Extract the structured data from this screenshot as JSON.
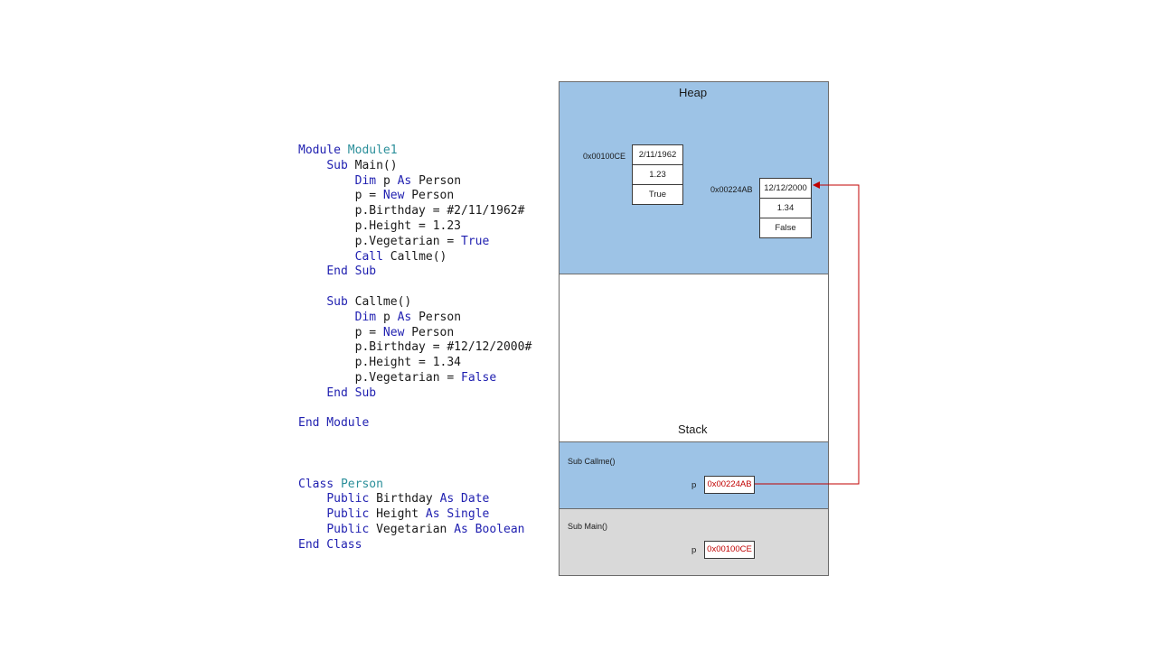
{
  "code": {
    "lines": [
      [
        {
          "t": "Module ",
          "k": "kw"
        },
        {
          "t": "Module1",
          "k": "type"
        }
      ],
      [
        {
          "t": "    "
        },
        {
          "t": "Sub ",
          "k": "kw"
        },
        {
          "t": "Main()"
        }
      ],
      [
        {
          "t": "        "
        },
        {
          "t": "Dim ",
          "k": "kw"
        },
        {
          "t": "p "
        },
        {
          "t": "As ",
          "k": "kw"
        },
        {
          "t": "Person"
        }
      ],
      [
        {
          "t": "        p = "
        },
        {
          "t": "New ",
          "k": "kw"
        },
        {
          "t": "Person"
        }
      ],
      [
        {
          "t": "        p.Birthday = #2/11/1962#"
        }
      ],
      [
        {
          "t": "        p.Height = 1.23"
        }
      ],
      [
        {
          "t": "        p.Vegetarian = "
        },
        {
          "t": "True",
          "k": "kw"
        }
      ],
      [
        {
          "t": "        "
        },
        {
          "t": "Call ",
          "k": "kw"
        },
        {
          "t": "Callme()"
        }
      ],
      [
        {
          "t": "    "
        },
        {
          "t": "End Sub",
          "k": "kw"
        }
      ],
      [],
      [
        {
          "t": "    "
        },
        {
          "t": "Sub ",
          "k": "kw"
        },
        {
          "t": "Callme()"
        }
      ],
      [
        {
          "t": "        "
        },
        {
          "t": "Dim ",
          "k": "kw"
        },
        {
          "t": "p "
        },
        {
          "t": "As ",
          "k": "kw"
        },
        {
          "t": "Person"
        }
      ],
      [
        {
          "t": "        p = "
        },
        {
          "t": "New ",
          "k": "kw"
        },
        {
          "t": "Person"
        }
      ],
      [
        {
          "t": "        p.Birthday = #12/12/2000#"
        }
      ],
      [
        {
          "t": "        p.Height = 1.34"
        }
      ],
      [
        {
          "t": "        p.Vegetarian = "
        },
        {
          "t": "False",
          "k": "kw"
        }
      ],
      [
        {
          "t": "    "
        },
        {
          "t": "End Sub",
          "k": "kw"
        }
      ],
      [],
      [
        {
          "t": "End Module",
          "k": "kw"
        }
      ],
      [],
      [],
      [],
      [
        {
          "t": "Class ",
          "k": "kw"
        },
        {
          "t": "Person",
          "k": "type"
        }
      ],
      [
        {
          "t": "    "
        },
        {
          "t": "Public ",
          "k": "kw"
        },
        {
          "t": "Birthday "
        },
        {
          "t": "As Date",
          "k": "kw"
        }
      ],
      [
        {
          "t": "    "
        },
        {
          "t": "Public ",
          "k": "kw"
        },
        {
          "t": "Height "
        },
        {
          "t": "As Single",
          "k": "kw"
        }
      ],
      [
        {
          "t": "    "
        },
        {
          "t": "Public ",
          "k": "kw"
        },
        {
          "t": "Vegetarian "
        },
        {
          "t": "As Boolean",
          "k": "kw"
        }
      ],
      [
        {
          "t": "End Class",
          "k": "kw"
        }
      ]
    ]
  },
  "diagram": {
    "heap_title": "Heap",
    "stack_title": "Stack",
    "objects": [
      {
        "address": "0x00100CE",
        "fields": [
          "2/11/1962",
          "1.23",
          "True"
        ]
      },
      {
        "address": "0x00224AB",
        "fields": [
          "12/12/2000",
          "1.34",
          "False"
        ]
      }
    ],
    "frames": [
      {
        "label": "Sub Callme()",
        "var": "p",
        "ref": "0x00224AB"
      },
      {
        "label": "Sub Main()",
        "var": "p",
        "ref": "0x00100CE"
      }
    ]
  },
  "colors": {
    "keyword": "#1f1fb0",
    "type": "#2b8f9a",
    "heap_fill": "#9dc3e6",
    "main_frame_fill": "#d9d9d9",
    "reference_red": "#c00000"
  }
}
